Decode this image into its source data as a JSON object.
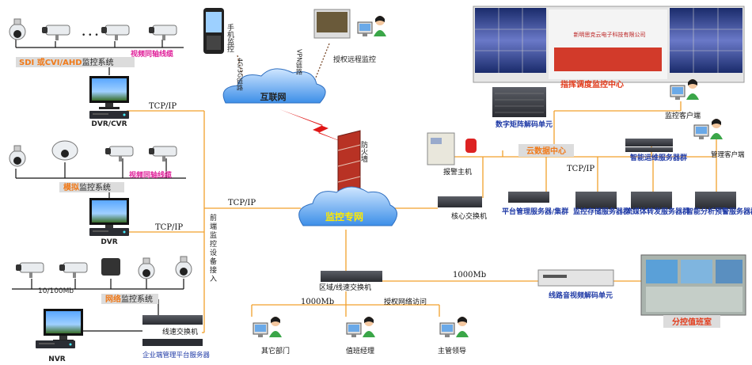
{
  "diagram": {
    "sections": {
      "sdi": {
        "highlight": "SDI 或CVI/AHD",
        "rest": "监控系统"
      },
      "analog": {
        "highlight": "模拟",
        "rest": "监控系统"
      },
      "network": {
        "highlight": "网络",
        "rest": "监控系统"
      },
      "command_center": "指挥调度监控中心",
      "cloud_center": "云数据中心",
      "branch_room": "分控值班室"
    },
    "clouds": {
      "internet": "互联网",
      "private_net": "监控专网"
    },
    "links": {
      "video_coax_1": "视频同轴线缆",
      "video_coax_2": "视频同轴线缆",
      "tcpip_1": "TCP/IP",
      "tcpip_2": "TCP/IP",
      "tcpip_3": "TCP/IP",
      "tcpip_4": "TCP/IP",
      "mobile_link": "4G/3G链路",
      "vpn_link": "VPN链路",
      "bw_100": "10/100Mb",
      "bw_1000_a": "1000Mb",
      "bw_1000_b": "1000Mb",
      "auth_access": "授权网络访问",
      "front_access": "前端监控设备接入"
    },
    "devices": {
      "dvr_cvr": "DVR/CVR",
      "dvr": "DVR",
      "nvr": "NVR",
      "line_switch": "线速交换机",
      "mgmt_server": "企业端管理平台服务器",
      "phone": "手机监控",
      "remote": "授权远程监控",
      "firewall": "防火墙",
      "matrix": "数字矩阵解码单元",
      "monitor_client": "监控客户端",
      "admin_client": "管理客户端",
      "alarm_host": "报警主机",
      "core_switch": "核心交换机",
      "ops_servers": "智能运维服务器群",
      "platform_servers": "平台管理服务器/集群",
      "storage_servers": "监控存储服务器群",
      "stream_servers": "流媒体转发服务器群",
      "analysis_servers": "智能分析预警服务器群",
      "area_switch": "区域/线速交换机",
      "hd_decoder": "线路音视频解码单元",
      "wall_logo": "新明思克云电子科技有限公司",
      "other_dept": "其它部门",
      "duty_manager": "值班经理",
      "supervisor": "主管领导"
    },
    "misc": {
      "ellipsis": "• • •"
    },
    "colors": {
      "line": "#f2a02c",
      "label_blue": "#1f3aa6",
      "highlight": "#f07a1a",
      "bar": "#dcdcdc",
      "lightning": "#e01616",
      "pink": "#e0219a"
    }
  }
}
